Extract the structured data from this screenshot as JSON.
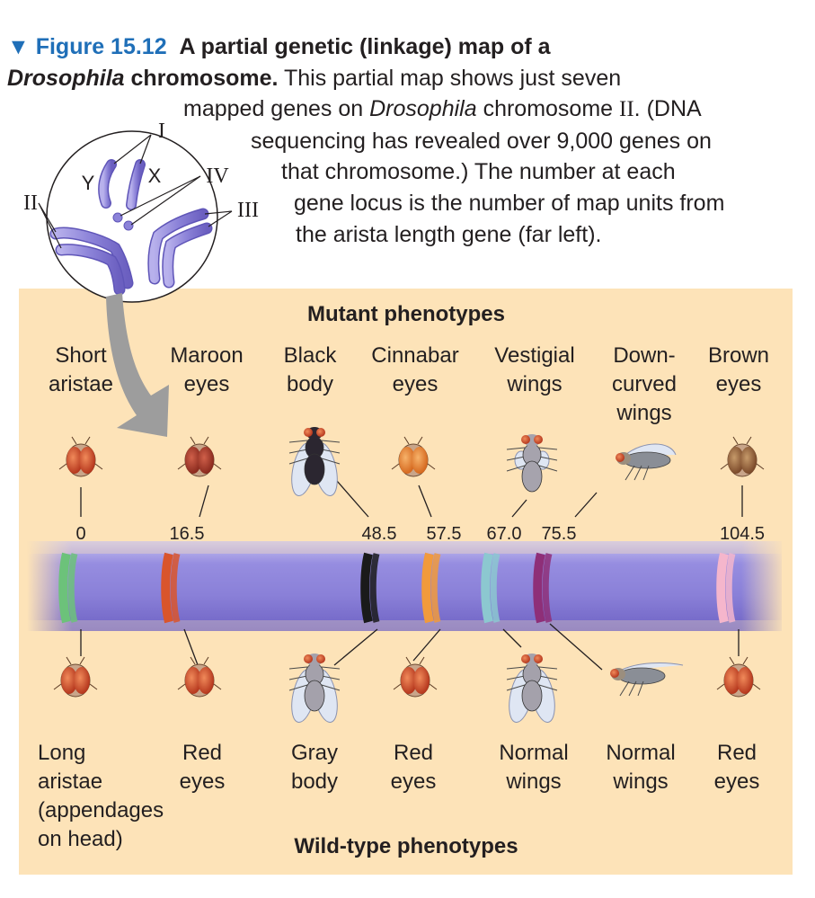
{
  "caption": {
    "figure_label": "Figure 15.12",
    "title_line1": "A partial genetic (linkage) map of a",
    "title_italic": "Drosophila",
    "title_rest": "chromosome.",
    "text_line1": "This partial map shows just seven",
    "text_line2_a": "mapped genes on ",
    "text_line2_italic": "Drosophila",
    "text_line2_b": " chromosome ",
    "text_line2_roman": "II",
    "text_line2_c": ". (DNA",
    "text_line3": "sequencing has revealed over 9,000 genes on",
    "text_line4": "that chromosome.) The number at each",
    "text_line5": "gene locus is the number of map units from",
    "text_line6": "the arista length gene (far left)."
  },
  "karyotype": {
    "labels": {
      "I": "I",
      "II": "II",
      "III": "III",
      "IV": "IV",
      "X": "X",
      "Y": "Y"
    }
  },
  "headings": {
    "mutant": "Mutant phenotypes",
    "wild": "Wild-type phenotypes"
  },
  "genes": [
    {
      "mutant_l1": "Short",
      "mutant_l2": "aristae",
      "mutant_l3": "",
      "position": "0",
      "wild_l1": "Long",
      "wild_l2": "aristae",
      "wild_l3": "(appendages",
      "wild_l4": "on head)",
      "band_color": "#6cc27a"
    },
    {
      "mutant_l1": "Maroon",
      "mutant_l2": "eyes",
      "mutant_l3": "",
      "position": "16.5",
      "wild_l1": "Red",
      "wild_l2": "eyes",
      "band_color": "#d9552c"
    },
    {
      "mutant_l1": "Black",
      "mutant_l2": "body",
      "mutant_l3": "",
      "position": "48.5",
      "wild_l1": "Gray",
      "wild_l2": "body",
      "band_color": "#1a1a1a"
    },
    {
      "mutant_l1": "Cinnabar",
      "mutant_l2": "eyes",
      "mutant_l3": "",
      "position": "57.5",
      "wild_l1": "Red",
      "wild_l2": "eyes",
      "band_color": "#f19a3c"
    },
    {
      "mutant_l1": "Vestigial",
      "mutant_l2": "wings",
      "mutant_l3": "",
      "position": "67.0",
      "wild_l1": "Normal",
      "wild_l2": "wings",
      "band_color": "#8cc8d0"
    },
    {
      "mutant_l1": "Down-",
      "mutant_l2": "curved",
      "mutant_l3": "wings",
      "position": "75.5",
      "wild_l1": "Normal",
      "wild_l2": "wings",
      "band_color": "#8e2f78"
    },
    {
      "mutant_l1": "Brown",
      "mutant_l2": "eyes",
      "mutant_l3": "",
      "position": "104.5",
      "wild_l1": "Red",
      "wild_l2": "eyes",
      "band_color": "#f5b6cc"
    }
  ],
  "colors": {
    "figure_blue": "#1f6fb8",
    "panel": "#fde3b8",
    "chromosome": "#8f86d8",
    "chromosome_dark": "#6f63c4"
  }
}
